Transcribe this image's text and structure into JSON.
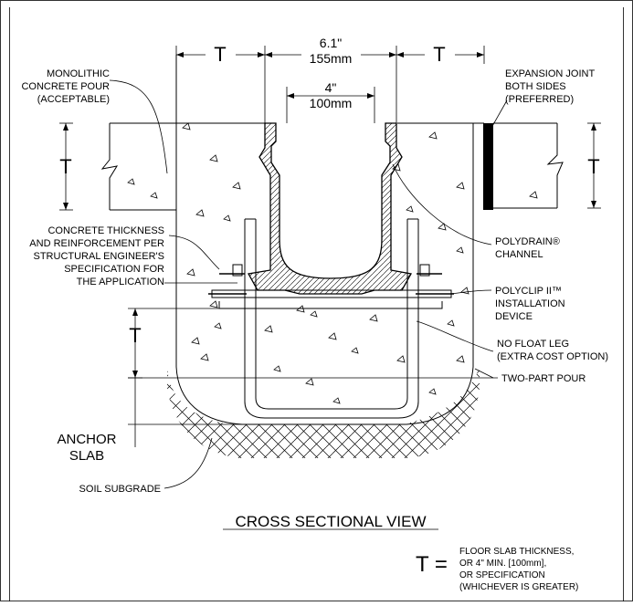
{
  "dimensions": {
    "t_left": "T",
    "t_right": "T",
    "overall_in": "6.1\"",
    "overall_mm": "155mm",
    "inner_in": "4\"",
    "inner_mm": "100mm",
    "t_slab_left": "T",
    "t_slab_right": "T",
    "t_anchor": "T"
  },
  "labels": {
    "monolithic": [
      "MONOLITHIC",
      "CONCRETE POUR",
      "(ACCEPTABLE)"
    ],
    "expansion": [
      "EXPANSION JOINT",
      "BOTH SIDES",
      "(PREFERRED)"
    ],
    "thickness": [
      "CONCRETE THICKNESS",
      "AND REINFORCEMENT PER",
      "STRUCTURAL ENGINEER'S",
      "SPECIFICATION FOR",
      "THE APPLICATION"
    ],
    "polydrain": [
      "POLYDRAIN®",
      "CHANNEL"
    ],
    "polyclip": [
      "POLYCLIP II™",
      "INSTALLATION",
      "DEVICE"
    ],
    "nofloat": [
      "NO FLOAT LEG",
      "(EXTRA COST OPTION)"
    ],
    "twopart": "TWO-PART POUR",
    "anchor": [
      "ANCHOR",
      "SLAB"
    ],
    "soil": "SOIL SUBGRADE"
  },
  "title": "CROSS SECTIONAL VIEW",
  "legend": {
    "symbol": "T =",
    "lines": [
      "FLOOR SLAB THICKNESS,",
      "OR 4\" MIN. [100mm],",
      "OR SPECIFICATION",
      "(WHICHEVER IS GREATER)"
    ]
  }
}
